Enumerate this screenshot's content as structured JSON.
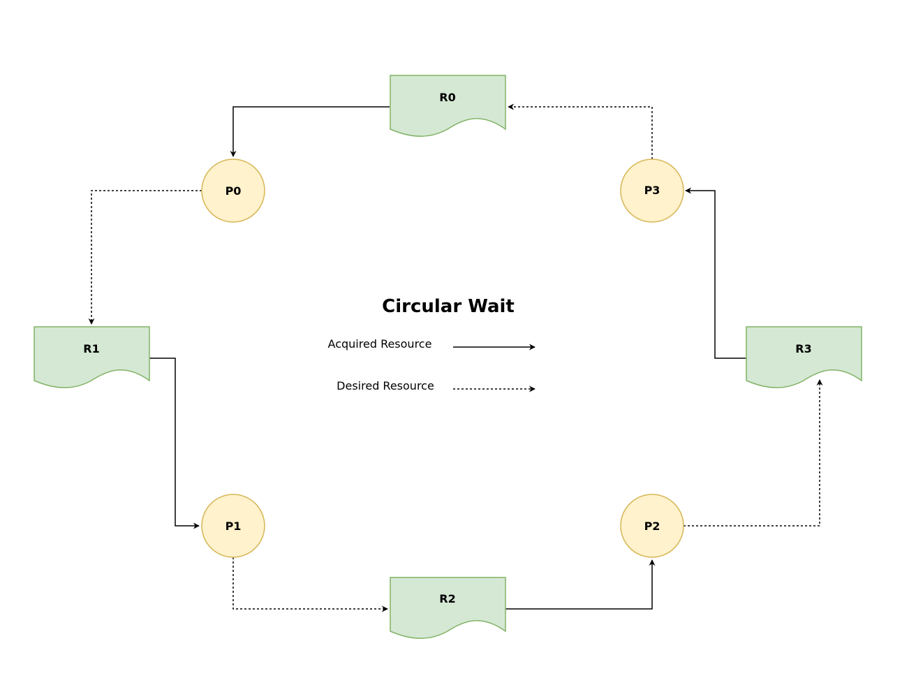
{
  "title": "Circular Wait",
  "legend": {
    "acquired": "Acquired Resource",
    "desired": "Desired Resource"
  },
  "processes": {
    "p0": "P0",
    "p1": "P1",
    "p2": "P2",
    "p3": "P3"
  },
  "resources": {
    "r0": "R0",
    "r1": "R1",
    "r2": "R2",
    "r3": "R3"
  },
  "colors": {
    "process_fill": "#fff2cc",
    "process_stroke": "#d6b656",
    "resource_fill": "#d5e8d4",
    "resource_stroke": "#82b366"
  }
}
